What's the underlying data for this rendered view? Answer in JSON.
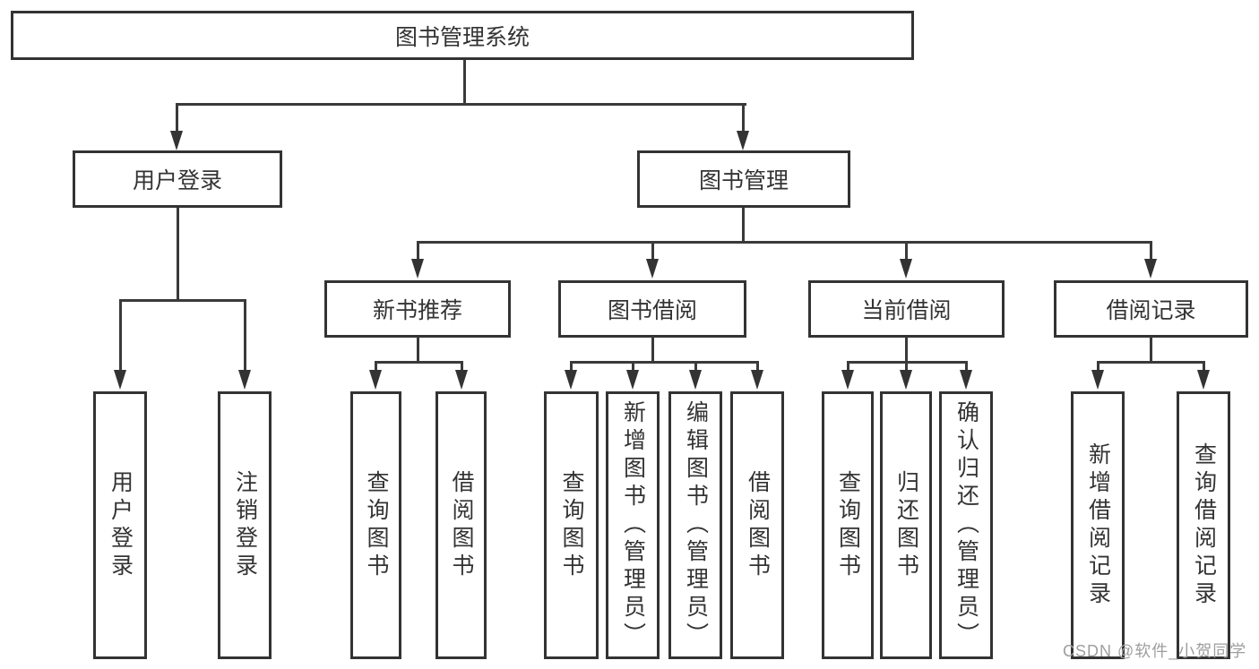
{
  "tree": {
    "root": {
      "label": "图书管理系统"
    },
    "branches": [
      {
        "label": "用户登录",
        "children": [
          {
            "label": "用户登录"
          },
          {
            "label": "注销登录"
          }
        ]
      },
      {
        "label": "图书管理",
        "children": [
          {
            "label": "新书推荐",
            "children": [
              {
                "label": "查询图书"
              },
              {
                "label": "借阅图书"
              }
            ]
          },
          {
            "label": "图书借阅",
            "children": [
              {
                "label": "查询图书"
              },
              {
                "label": "新增图书（管理员）"
              },
              {
                "label": "编辑图书（管理员）"
              },
              {
                "label": "借阅图书"
              }
            ]
          },
          {
            "label": "当前借阅",
            "children": [
              {
                "label": "查询图书"
              },
              {
                "label": "归还图书"
              },
              {
                "label": "确认归还（管理员）"
              }
            ]
          },
          {
            "label": "借阅记录",
            "children": [
              {
                "label": "新增借阅记录"
              },
              {
                "label": "查询借阅记录"
              }
            ]
          }
        ]
      }
    ]
  },
  "watermark": {
    "text": "CSDN @软件_小贺同学"
  },
  "colors": {
    "line": "#3a3a3a",
    "box_border": "#333333",
    "text": "#333333",
    "background": "#ffffff",
    "watermark": "#9e9e9e"
  }
}
